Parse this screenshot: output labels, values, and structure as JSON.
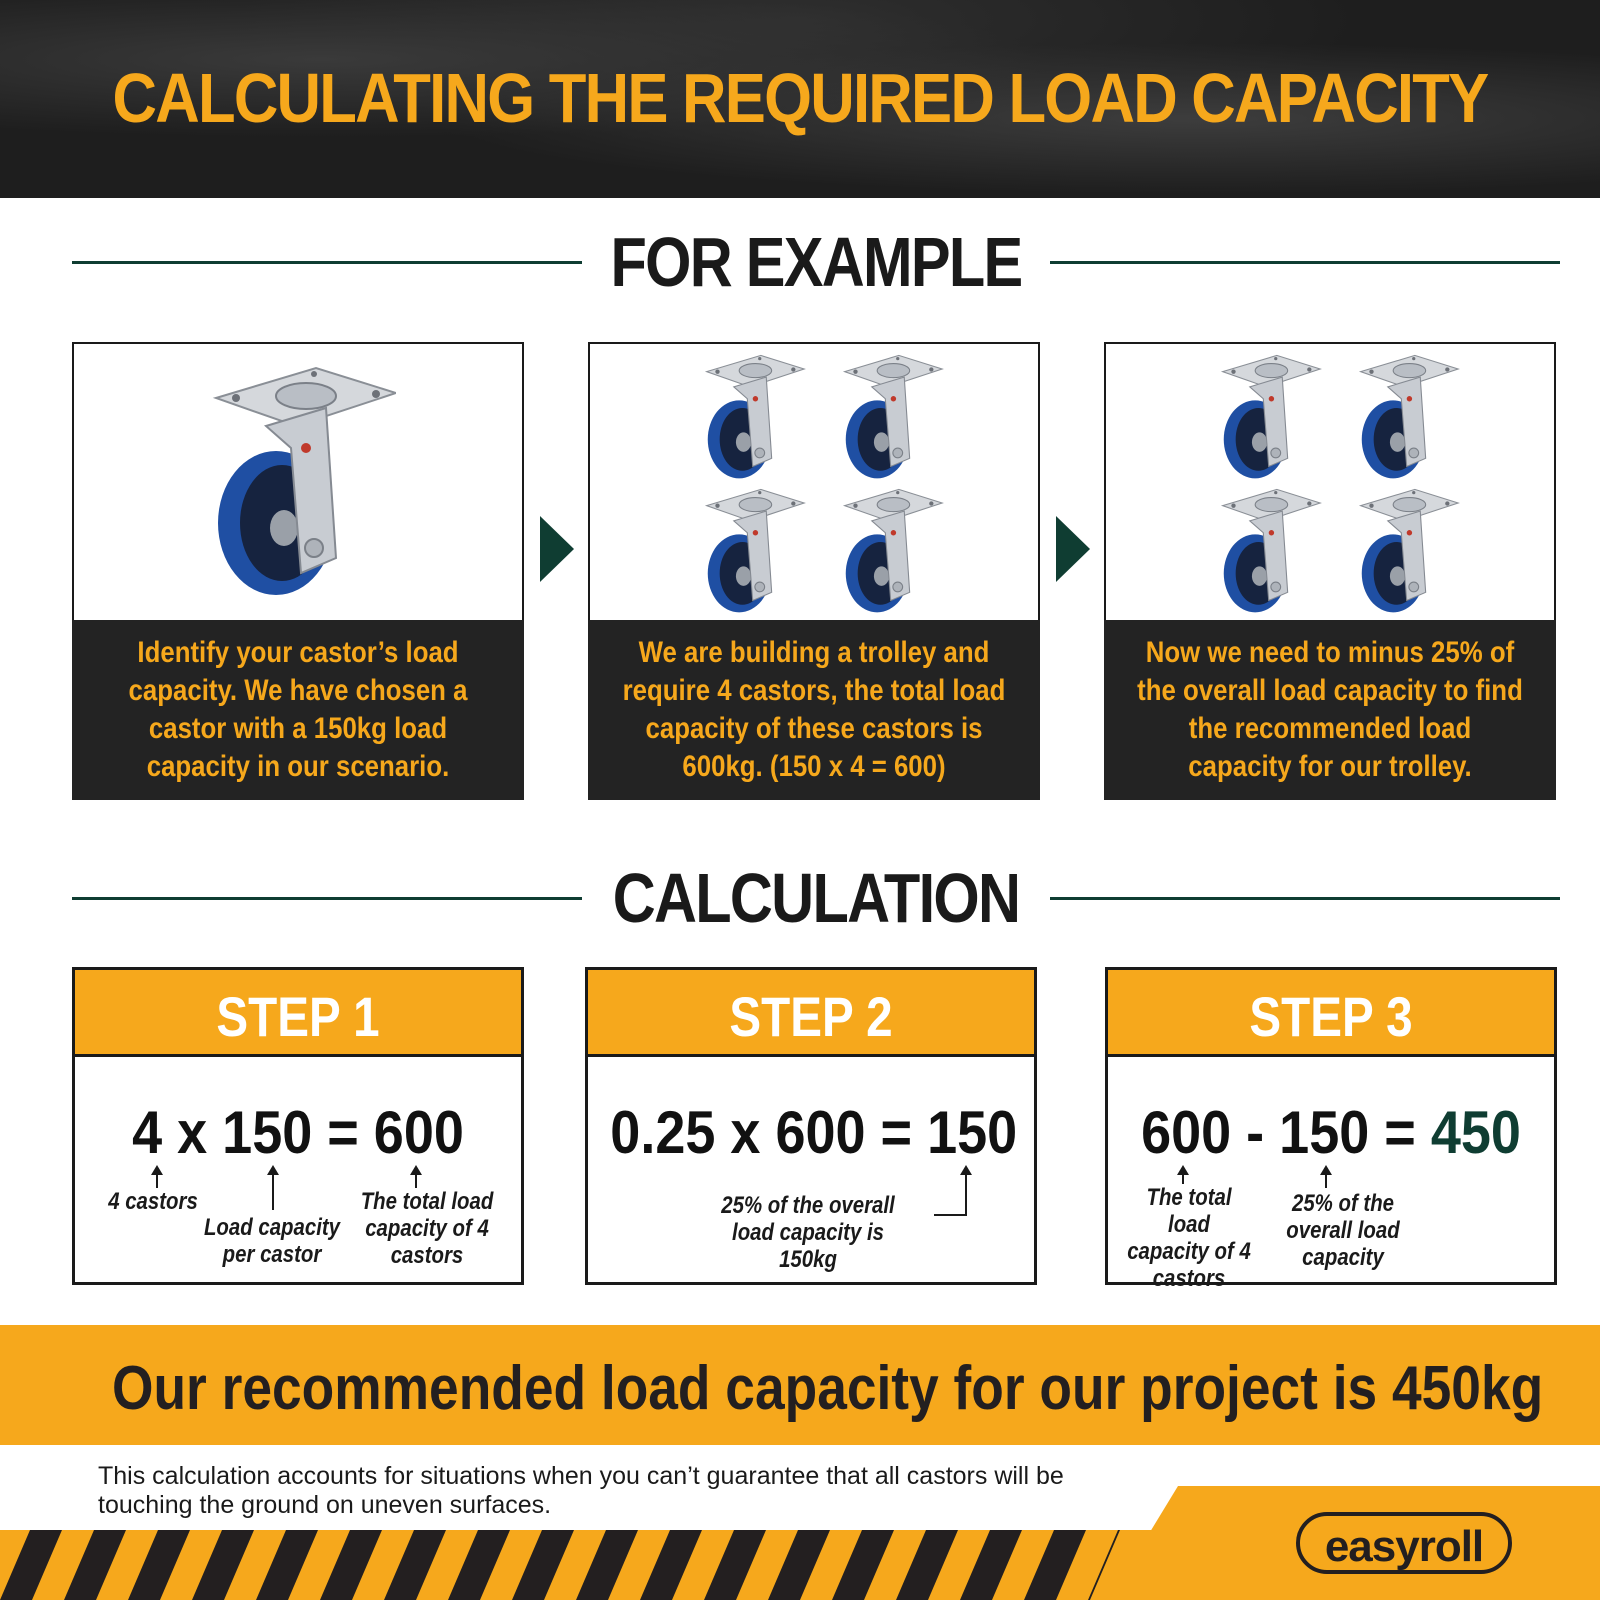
{
  "header": {
    "title": "CALCULATING THE REQUIRED LOAD CAPACITY"
  },
  "sections": {
    "example": "FOR EXAMPLE",
    "calculation": "CALCULATION"
  },
  "examples": [
    {
      "text": "Identify your castor’s load capacity. We have chosen a castor with a 150kg load capacity in our scenario.",
      "castor_count": 1
    },
    {
      "text": "We are building a trolley and require 4 castors, the total load capacity of these castors is 600kg. (150 x 4 = 600)",
      "castor_count": 4
    },
    {
      "text": "Now we need to minus 25% of the overall load capacity to find the recommended load capacity for our trolley.",
      "castor_count": 4
    }
  ],
  "steps": [
    {
      "title": "STEP 1",
      "equation": "4 x 150 = 600",
      "notes": [
        "4 castors",
        "Load capacity per castor",
        "The total load capacity of 4 castors"
      ]
    },
    {
      "title": "STEP 2",
      "equation": "0.25 x 600 = 150",
      "notes": [
        "25% of the overall load capacity is 150kg"
      ]
    },
    {
      "title": "STEP 3",
      "equation_prefix": "600 - 150 = ",
      "equation_result": "450",
      "notes": [
        "The total load capacity of 4 castors",
        "25% of the overall load capacity"
      ]
    }
  ],
  "banner": {
    "text": "Our recommended load capacity for our project is 450kg"
  },
  "footnote": "This calculation accounts for situations when you can’t guarantee that all castors will be touching the ground on uneven surfaces.",
  "logo": {
    "text": "easyroll"
  },
  "colors": {
    "accent": "#f6a81c",
    "dark": "#232323",
    "green": "#0f3d32",
    "wheel": "#1f4fa3"
  }
}
